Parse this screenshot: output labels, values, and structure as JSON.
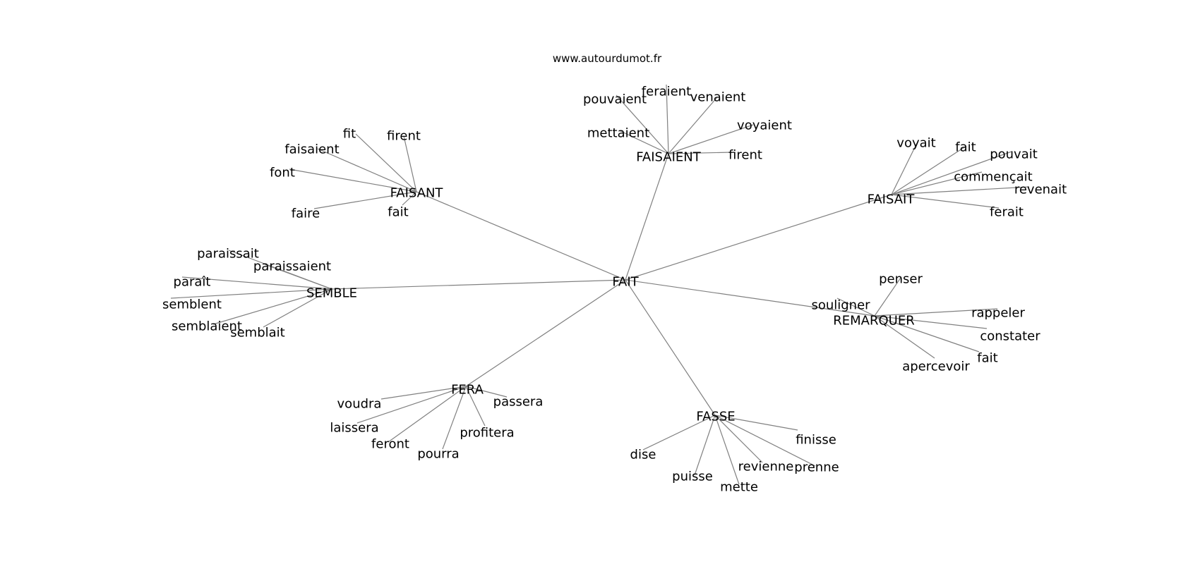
{
  "site": "www.autourdumot.fr",
  "colors": {
    "edge": "#808080",
    "text": "#000000",
    "background": "#ffffff"
  },
  "graph": {
    "center": "FAIT",
    "clusters": [
      {
        "hub": "FAISANT",
        "leaves": [
          "fit",
          "firent",
          "faisaient",
          "font",
          "faire",
          "fait"
        ]
      },
      {
        "hub": "FAISAIENT",
        "leaves": [
          "pouvaient",
          "feraient",
          "venaient",
          "mettaient",
          "voyaient",
          "firent"
        ]
      },
      {
        "hub": "FAISAIT",
        "leaves": [
          "voyait",
          "fait",
          "pouvait",
          "commençait",
          "revenait",
          "ferait"
        ]
      },
      {
        "hub": "SEMBLE",
        "leaves": [
          "paraissait",
          "paraissaient",
          "paraît",
          "semblent",
          "semblaient",
          "semblait"
        ]
      },
      {
        "hub": "REMARQUER",
        "leaves": [
          "penser",
          "souligner",
          "rappeler",
          "constater",
          "fait",
          "apercevoir"
        ]
      },
      {
        "hub": "FERA",
        "leaves": [
          "voudra",
          "passera",
          "laissera",
          "profitera",
          "feront",
          "pourra"
        ]
      },
      {
        "hub": "FASSE",
        "leaves": [
          "finisse",
          "dise",
          "revienne",
          "prenne",
          "puisse",
          "mette"
        ]
      }
    ]
  }
}
